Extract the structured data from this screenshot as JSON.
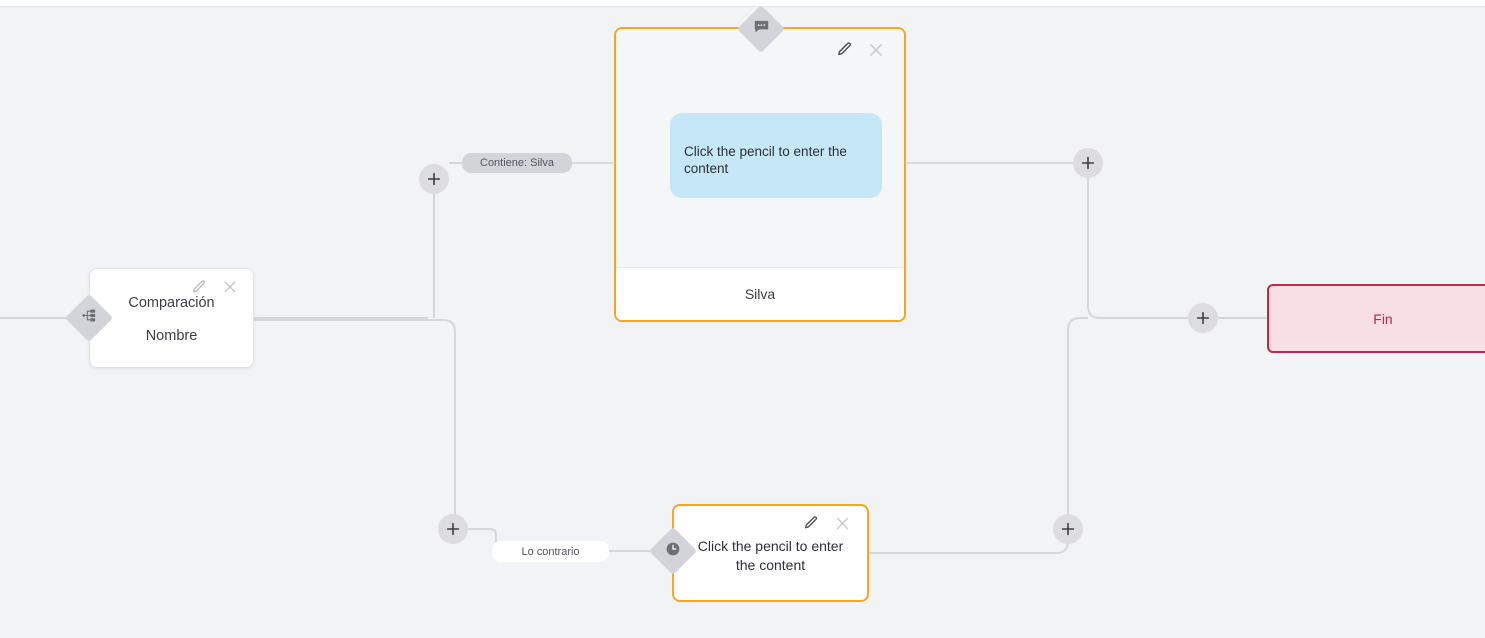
{
  "canvas": {
    "background": "#f2f3f5",
    "accent_orange": "#f5a623",
    "accent_crimson": "#c2264b",
    "bubble_blue": "#c5e7f7",
    "wire_gray": "#d6d7dc"
  },
  "nodes": {
    "comparison": {
      "title": "Comparación",
      "subtitle": "Nombre",
      "icon": "hierarchy-icon",
      "edit_label": "Edit",
      "close_label": "Close"
    },
    "message_card": {
      "badge_icon": "chat-bubble-icon",
      "bubble_text": "Click the pencil to enter the content",
      "footer_text": "Silva",
      "edit_label": "Edit",
      "close_label": "Close"
    },
    "delay_card": {
      "badge_icon": "clock-icon",
      "text": "Click the pencil to enter the content",
      "edit_label": "Edit",
      "close_label": "Close"
    },
    "end": {
      "label": "Fin"
    }
  },
  "labels": {
    "branch_true": "Contiene: Silva",
    "branch_false": "Lo contrario"
  },
  "add_buttons": {
    "icon": "plus-icon",
    "top_left": "Add step",
    "top_right": "Add step",
    "bottom_left": "Add step",
    "bottom_right": "Add step",
    "end": "Add step"
  }
}
